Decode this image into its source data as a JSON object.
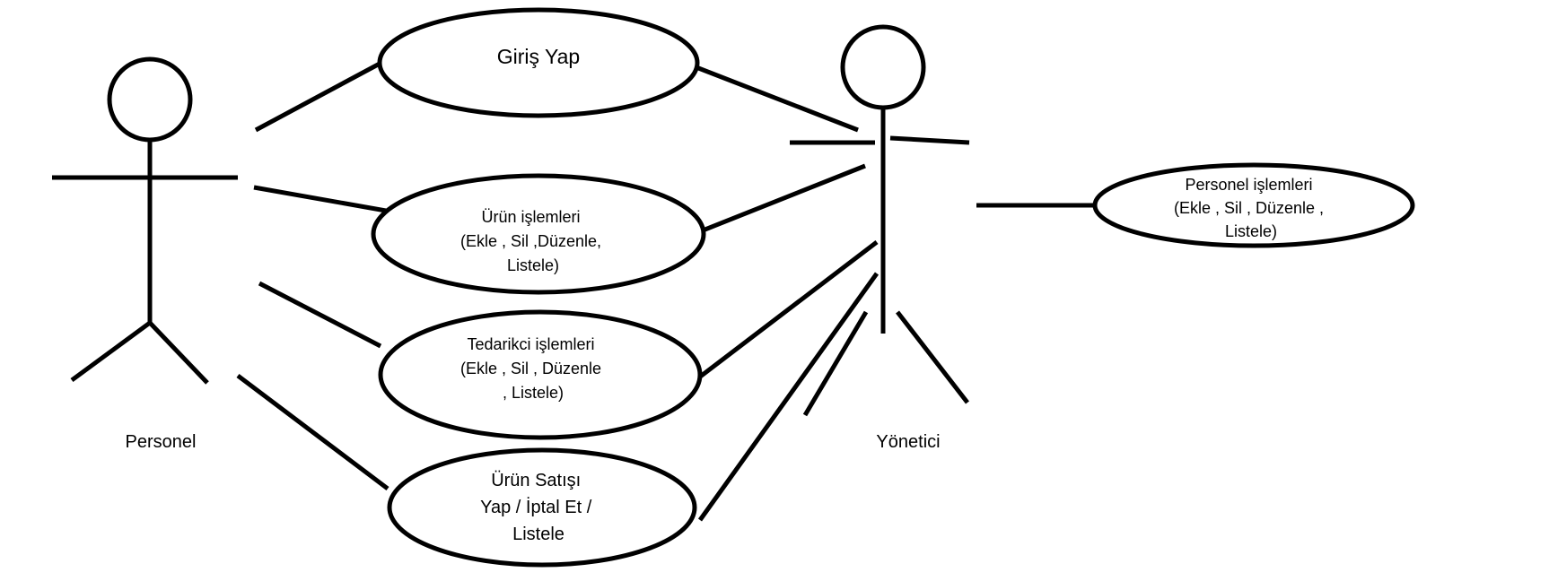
{
  "actors": {
    "personel": {
      "label": "Personel"
    },
    "yonetici": {
      "label": "Yönetici"
    }
  },
  "use_cases": {
    "giris": {
      "lines": [
        "Giriş Yap"
      ]
    },
    "urun": {
      "lines": [
        "Ürün işlemleri",
        "(Ekle , Sil ,Düzenle,",
        "Listele)"
      ]
    },
    "tedarikci": {
      "lines": [
        "Tedarikci işlemleri",
        "(Ekle , Sil , Düzenle",
        ", Listele)"
      ]
    },
    "satis": {
      "lines": [
        "Ürün Satışı",
        "Yap / İptal Et /",
        "Listele"
      ]
    },
    "personel_islemleri": {
      "lines": [
        "Personel işlemleri",
        "(Ekle , Sil , Düzenle ,",
        "Listele)"
      ]
    }
  }
}
